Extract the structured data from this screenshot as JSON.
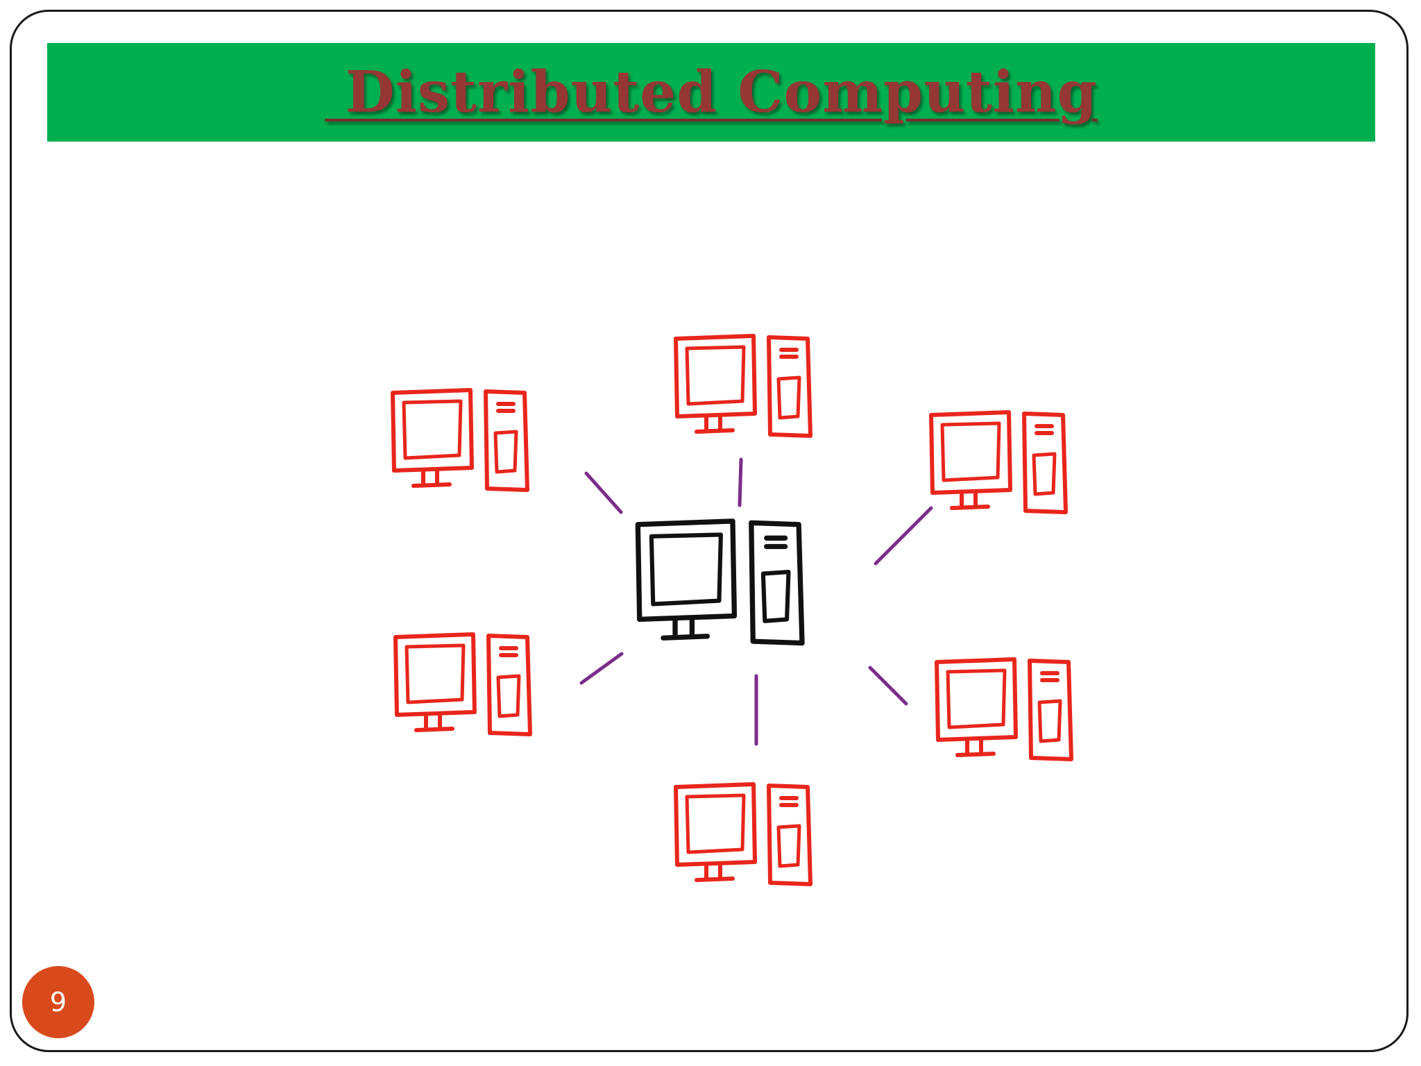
{
  "slide": {
    "title": " Distributed Computing",
    "page_number": "9"
  },
  "colors": {
    "title_bar": "#00b050",
    "title_text": "#953735",
    "peer_computers": "#e8261c",
    "central_computer": "#111111",
    "links": "#7b2d8b",
    "page_badge": "#d84a1b"
  },
  "diagram": {
    "central_node": {
      "icon": "desktop-computer-icon",
      "color": "#111111"
    },
    "peer_nodes": [
      {
        "name": "top-left",
        "icon": "desktop-computer-icon"
      },
      {
        "name": "top",
        "icon": "desktop-computer-icon"
      },
      {
        "name": "top-right",
        "icon": "desktop-computer-icon"
      },
      {
        "name": "bottom-left",
        "icon": "desktop-computer-icon"
      },
      {
        "name": "bottom",
        "icon": "desktop-computer-icon"
      },
      {
        "name": "bottom-right",
        "icon": "desktop-computer-icon"
      }
    ]
  }
}
